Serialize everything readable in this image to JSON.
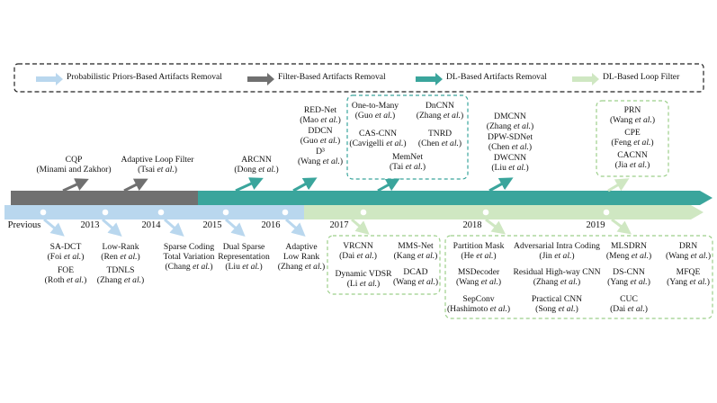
{
  "legend": [
    {
      "label": "Probabilistic Priors-Based Artifacts Removal",
      "color": "#b9d7ee"
    },
    {
      "label": "Filter-Based Artifacts Removal",
      "color": "#707070"
    },
    {
      "label": "DL-Based Artifacts Removal",
      "color": "#3aa59c"
    },
    {
      "label": "DL-Based Loop Filter",
      "color": "#cfe7c2"
    }
  ],
  "years": [
    "Previous",
    "2013",
    "2014",
    "2015",
    "2016",
    "2017",
    "2018",
    "2019"
  ],
  "entries": {
    "cqp": {
      "name": "CQP",
      "author": "(Minami and Zakhor)"
    },
    "alf": {
      "name": "Adaptive Loop Filter",
      "author": "(Tsai et al.)"
    },
    "arcnn": {
      "name": "ARCNN",
      "author": "(Dong et al.)"
    },
    "rednet": {
      "name": "RED-Net",
      "author": "(Mao et al.)"
    },
    "ddcn": {
      "name": "DDCN",
      "author": "(Guo et al.)"
    },
    "d3": {
      "name": "D³",
      "author": "(Wang et al.)"
    },
    "onetomany": {
      "name": "One-to-Many",
      "author": "(Guo et al.)"
    },
    "dncnn": {
      "name": "DnCNN",
      "author": "(Zhang et al.)"
    },
    "cascnn": {
      "name": "CAS-CNN",
      "author": "(Cavigelli et al.)"
    },
    "tnrd": {
      "name": "TNRD",
      "author": "(Chen et al.)"
    },
    "memnet": {
      "name": "MemNet",
      "author": "(Tai et al.)"
    },
    "dmcnn": {
      "name": "DMCNN",
      "author": "(Zhang et al.)"
    },
    "dpwsdnet": {
      "name": "DPW-SDNet",
      "author": "(Chen et al.)"
    },
    "dwcnn": {
      "name": "DWCNN",
      "author": "(Liu et al.)"
    },
    "prn": {
      "name": "PRN",
      "author": "(Wang et al.)"
    },
    "cpe": {
      "name": "CPE",
      "author": "(Feng et al.)"
    },
    "cacnn": {
      "name": "CACNN",
      "author": "(Jia et al.)"
    },
    "sadct": {
      "name": "SA-DCT",
      "author": "(Foi et al.)"
    },
    "foe": {
      "name": "FOE",
      "author": "(Roth et al.)"
    },
    "lowrank": {
      "name": "Low-Rank",
      "author": "(Ren et al.)"
    },
    "tdnls": {
      "name": "TDNLS",
      "author": "(Zhang et al.)"
    },
    "sparsecoding": {
      "name": "Sparse Coding",
      "name2": "Total Variation",
      "author": "(Chang et al.)"
    },
    "dualsparse": {
      "name": "Dual Sparse",
      "name2": "Representation",
      "author": "(Liu et al.)"
    },
    "adaptivelowrank": {
      "name": "Adaptive",
      "name2": "Low Rank",
      "author": "(Zhang et al.)"
    },
    "vrcnn": {
      "name": "VRCNN",
      "author": "(Dai et al.)"
    },
    "mmsnet": {
      "name": "MMS-Net",
      "author": "(Kang et al.)"
    },
    "dynvdsr": {
      "name": "Dynamic VDSR",
      "author": "(Li et al.)"
    },
    "dcad": {
      "name": "DCAD",
      "author": "(Wang et al.)"
    },
    "partitionmask": {
      "name": "Partition Mask",
      "author": "(He et al.)"
    },
    "advintra": {
      "name": "Adversarial Intra Coding",
      "author": "(Jin et al.)"
    },
    "msdecoder": {
      "name": "MSDecoder",
      "author": "(Wang et al.)"
    },
    "reshighway": {
      "name": "Residual High-way CNN",
      "author": "(Zhang et al.)"
    },
    "sepconv": {
      "name": "SepConv",
      "author": "(Hashimoto et al.)"
    },
    "practicalcnn": {
      "name": "Practical CNN",
      "author": "(Song et al.)"
    },
    "mlsdrn": {
      "name": "MLSDRN",
      "author": "(Meng et al.)"
    },
    "drn": {
      "name": "DRN",
      "author": "(Wang et al.)"
    },
    "dscnn": {
      "name": "DS-CNN",
      "author": "(Yang et al.)"
    },
    "mfqe": {
      "name": "MFQE",
      "author": "(Yang et al.)"
    },
    "cuc": {
      "name": "CUC",
      "author": "(Dai et al.)"
    }
  }
}
